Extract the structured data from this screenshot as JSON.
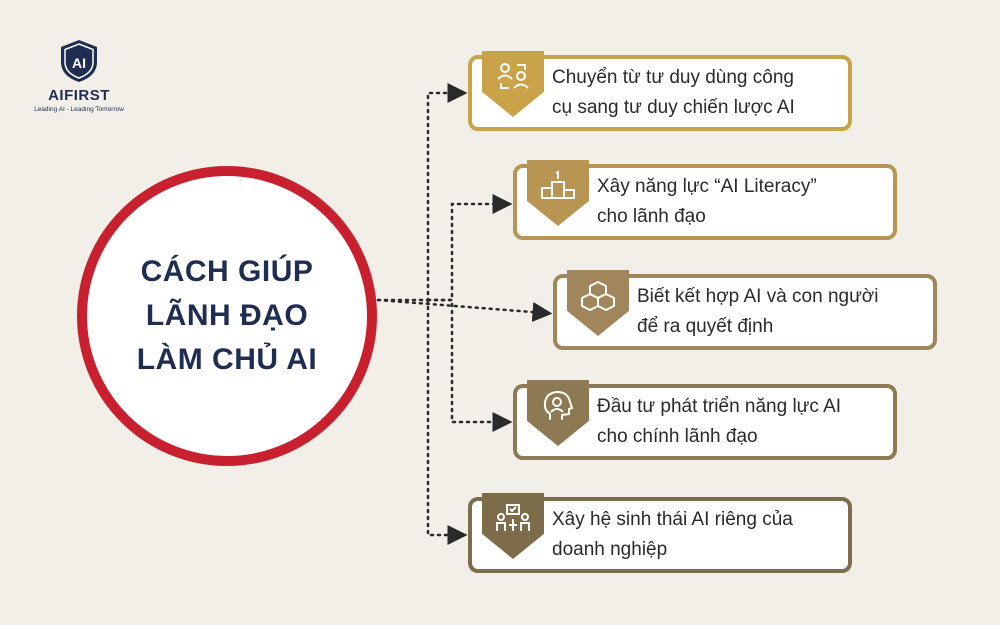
{
  "logo": {
    "mark": "AI",
    "name": "AIFIRST",
    "tagline": "Leading AI - Leading Tomorrow"
  },
  "center": {
    "title": "CÁCH GIÚP\nLÃNH ĐẠO\nLÀM CHỦ AI"
  },
  "items": [
    {
      "text": "Chuyển từ tư duy dùng công\ncụ sang tư duy chiến lược AI",
      "icon": "people-exchange-icon",
      "color": "#c9a24a"
    },
    {
      "text": "Xây năng lực “AI Literacy”\ncho lãnh đạo",
      "icon": "podium-icon",
      "color": "#b89553"
    },
    {
      "text": "Biết kết hợp AI và con người\nđể ra quyết định",
      "icon": "cubes-icon",
      "color": "#a0865a"
    },
    {
      "text": "Đầu tư phát triển năng lực AI\ncho chính lãnh đạo",
      "icon": "head-growth-icon",
      "color": "#8e7a52"
    },
    {
      "text": "Xây hệ sinh thái AI riêng của\ndoanh nghiệp",
      "icon": "team-ecosystem-icon",
      "color": "#7d6d4b"
    }
  ]
}
